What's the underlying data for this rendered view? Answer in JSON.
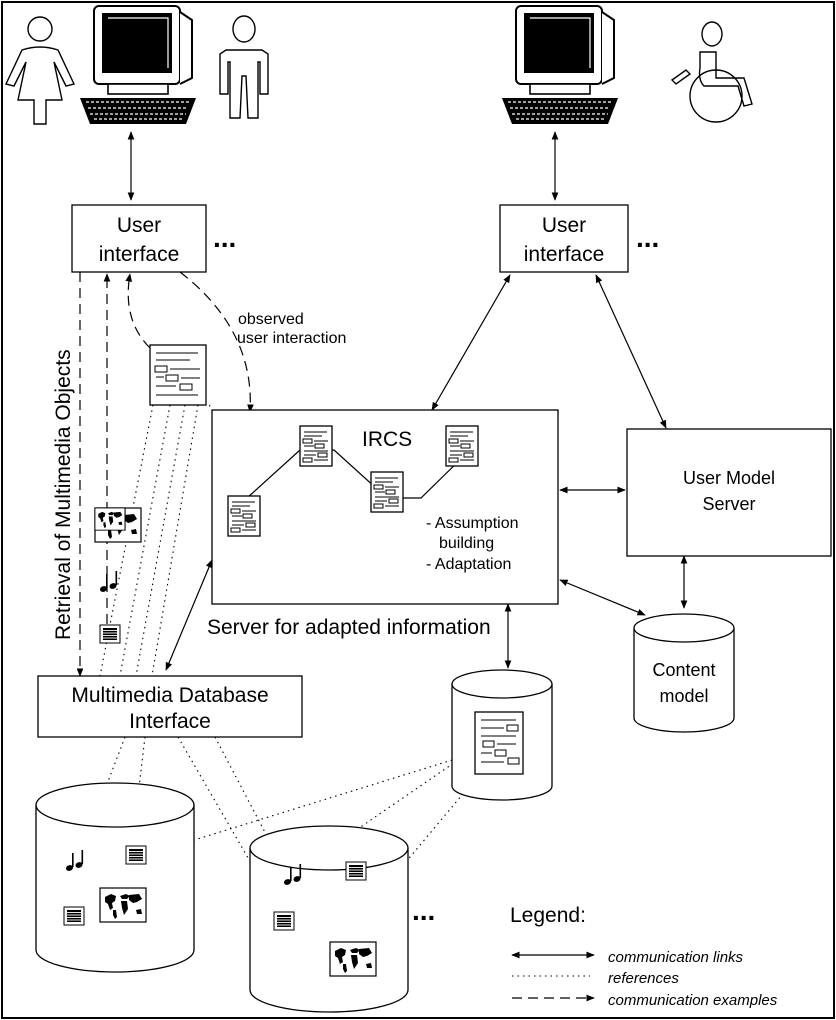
{
  "labels": {
    "ui_left": [
      "User",
      "interface"
    ],
    "ui_right": [
      "User",
      "interface"
    ],
    "ellipsis": "...",
    "observed": [
      "observed",
      "user interaction"
    ],
    "retrieval": "Retrieval of Multimedia Objects",
    "ircs": "IRCS",
    "assumption": [
      "- Assumption",
      "building",
      "- Adaptation"
    ],
    "server_caption": "Server for adapted information",
    "umserver": [
      "User Model",
      "Server"
    ],
    "content_model": [
      "Content",
      "model"
    ],
    "mmdb": [
      "Multimedia Database",
      "Interface"
    ],
    "legend_title": "Legend:",
    "legend_items": [
      "communication links",
      "references",
      "communication examples"
    ]
  },
  "icons": [
    "woman-icon",
    "computer-icon",
    "man-icon",
    "wheelchair-user-icon",
    "document-icon",
    "world-map-icon",
    "music-note-icon"
  ]
}
